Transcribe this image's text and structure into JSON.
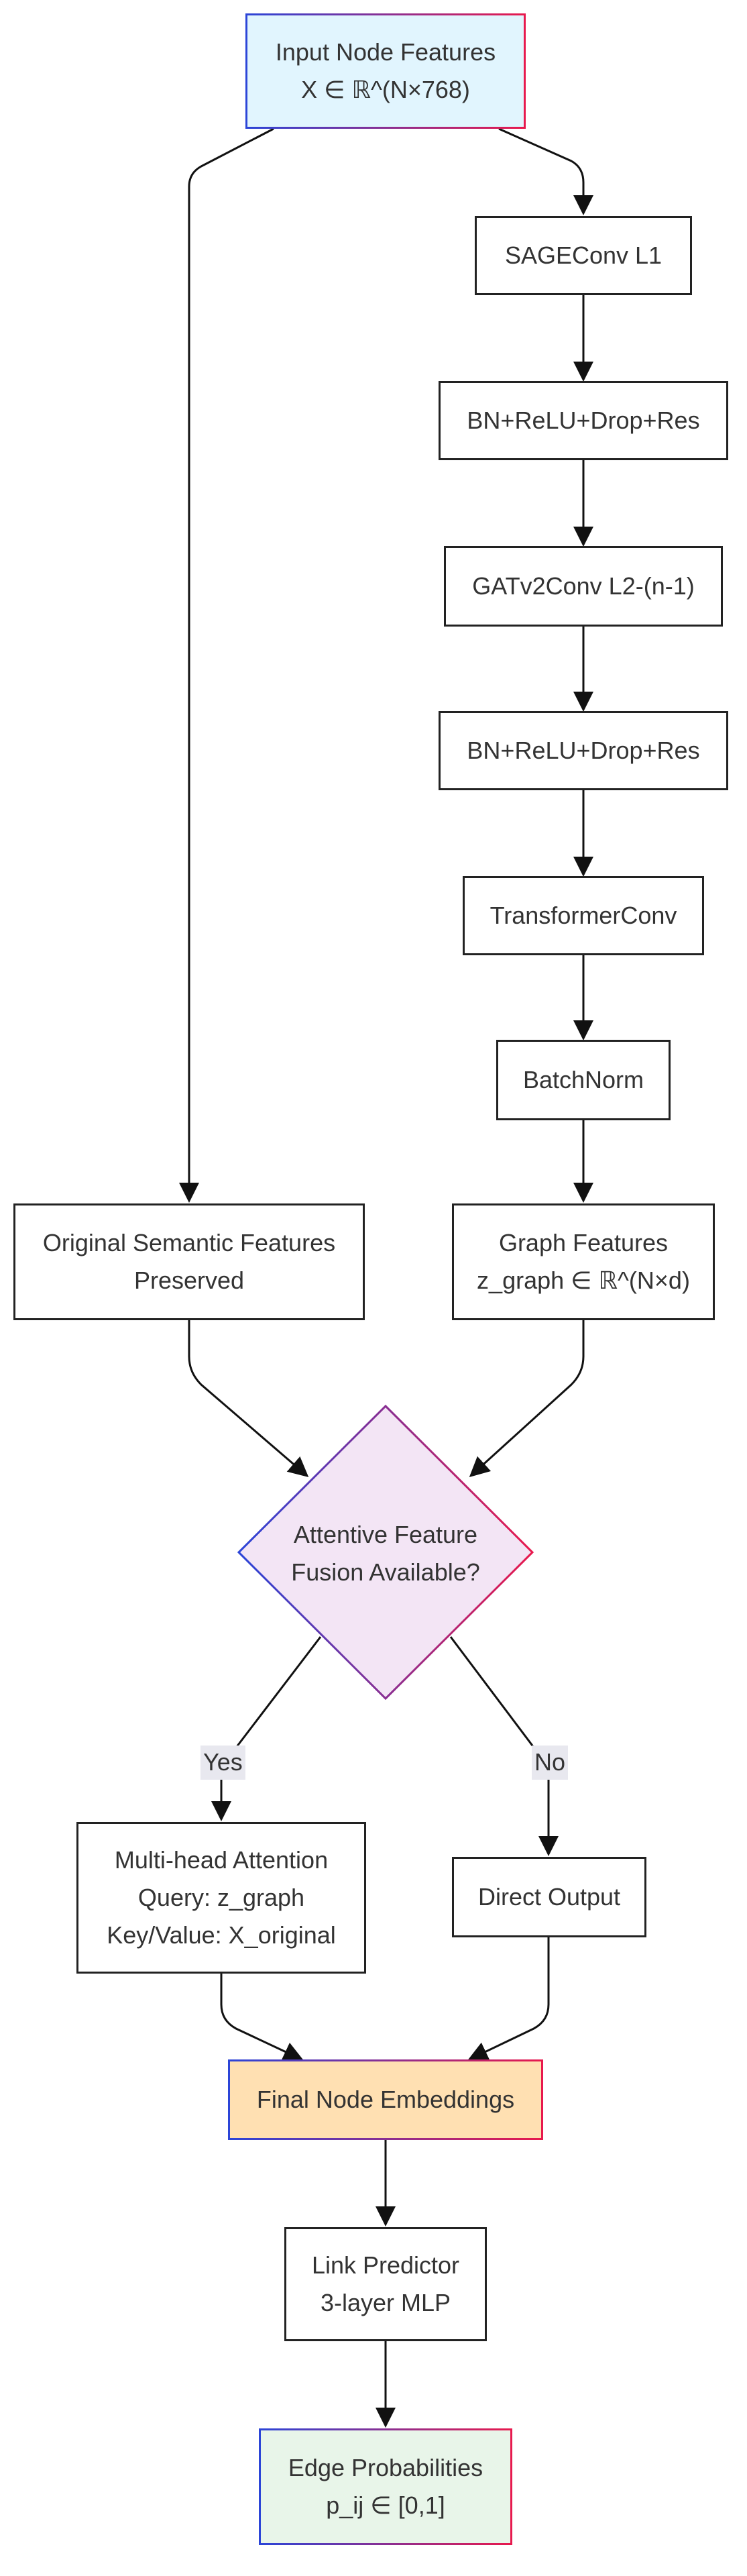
{
  "colors": {
    "input_fill": "#e1f5fe",
    "decision_fill": "#f3e5f5",
    "embeddings_fill": "#ffe0b2",
    "output_fill": "#e8f5e9",
    "gradient_blue": "#2b45d8",
    "gradient_red": "#e8194d",
    "edge_color": "#111111",
    "label_bg": "#e8e8ef"
  },
  "nodes": {
    "input": {
      "line1": "Input Node Features",
      "line2": "X ∈ ℝ^(N×768)"
    },
    "sage": {
      "line1": "SAGEConv L1"
    },
    "bn1": {
      "line1": "BN+ReLU+Drop+Res"
    },
    "gat": {
      "line1": "GATv2Conv L2-(n-1)"
    },
    "bn2": {
      "line1": "BN+ReLU+Drop+Res"
    },
    "transformer": {
      "line1": "TransformerConv"
    },
    "batchnorm": {
      "line1": "BatchNorm"
    },
    "semantic": {
      "line1": "Original Semantic Features",
      "line2": "Preserved"
    },
    "graph": {
      "line1": "Graph Features",
      "line2": "z_graph ∈ ℝ^(N×d)"
    },
    "decision": {
      "line1": "Attentive Feature",
      "line2": "Fusion Available?"
    },
    "attention": {
      "line1": "Multi-head Attention",
      "line2": "Query: z_graph",
      "line3": "Key/Value: X_original"
    },
    "direct": {
      "line1": "Direct Output"
    },
    "final": {
      "line1": "Final Node Embeddings"
    },
    "link": {
      "line1": "Link Predictor",
      "line2": "3-layer MLP"
    },
    "edge_prob": {
      "line1": "Edge Probabilities",
      "line2": "p_ij ∈ [0,1]"
    }
  },
  "edge_labels": {
    "yes": "Yes",
    "no": "No"
  }
}
